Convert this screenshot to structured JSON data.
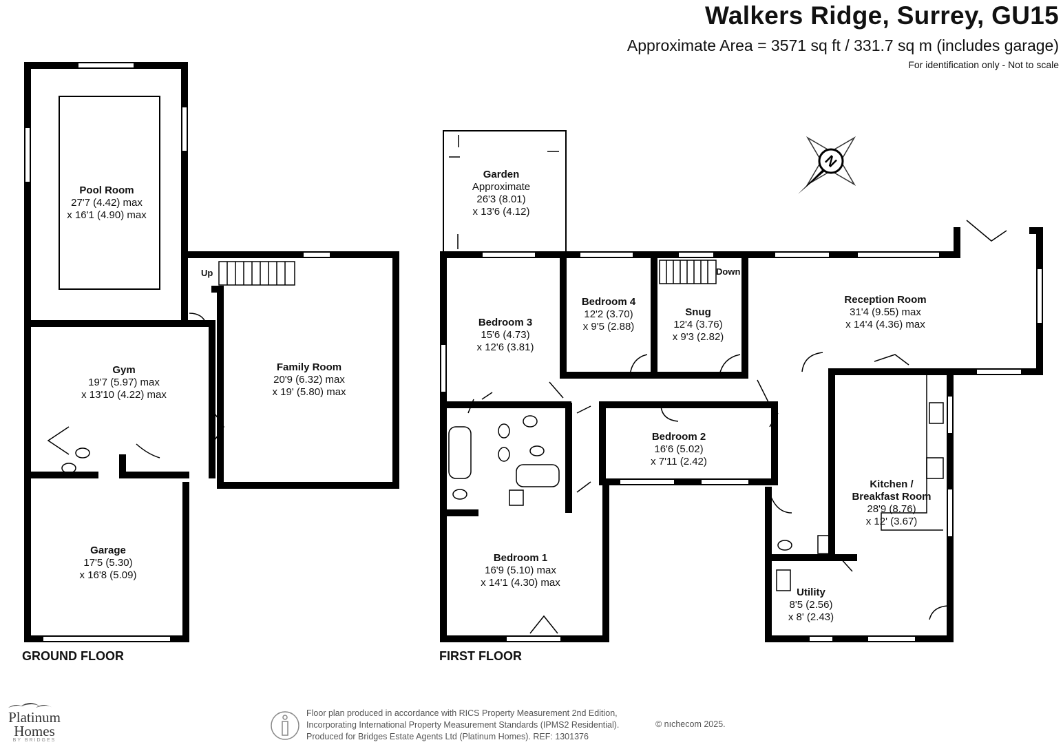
{
  "header": {
    "title": "Walkers Ridge, Surrey, GU15",
    "area": "Approximate Area = 3571 sq ft / 331.7 sq m (includes garage)",
    "note": "For identification only - Not to scale"
  },
  "floors": {
    "ground": "GROUND FLOOR",
    "first": "FIRST FLOOR"
  },
  "rooms": {
    "pool": {
      "name": "Pool Room",
      "d1": "27'7 (4.42) max",
      "d2": "x 16'1 (4.90) max"
    },
    "gym": {
      "name": "Gym",
      "d1": "19'7 (5.97) max",
      "d2": "x 13'10 (4.22) max"
    },
    "family": {
      "name": "Family Room",
      "d1": "20'9 (6.32) max",
      "d2": "x 19' (5.80) max"
    },
    "garage": {
      "name": "Garage",
      "d1": "17'5 (5.30)",
      "d2": "x 16'8 (5.09)"
    },
    "garden": {
      "name": "Garden",
      "d0": "Approximate",
      "d1": "26'3 (8.01)",
      "d2": "x 13'6 (4.12)"
    },
    "bed3": {
      "name": "Bedroom 3",
      "d1": "15'6 (4.73)",
      "d2": "x 12'6 (3.81)"
    },
    "bed4": {
      "name": "Bedroom 4",
      "d1": "12'2 (3.70)",
      "d2": "x 9'5 (2.88)"
    },
    "snug": {
      "name": "Snug",
      "d1": "12'4 (3.76)",
      "d2": "x 9'3 (2.82)"
    },
    "reception": {
      "name": "Reception Room",
      "d1": "31'4 (9.55) max",
      "d2": "x 14'4 (4.36) max"
    },
    "bed2": {
      "name": "Bedroom 2",
      "d1": "16'6 (5.02)",
      "d2": "x 7'11 (2.42)"
    },
    "bed1": {
      "name": "Bedroom 1",
      "d1": "16'9 (5.10) max",
      "d2": "x 14'1 (4.30) max"
    },
    "kitchen": {
      "name": "Kitchen /",
      "name2": "Breakfast Room",
      "d1": "28'9 (8.76)",
      "d2": "x 12' (3.67)"
    },
    "utility": {
      "name": "Utility",
      "d1": "8'5 (2.56)",
      "d2": "x 8' (2.43)"
    }
  },
  "stairs": {
    "up": "Up",
    "down": "Down"
  },
  "compass": "N",
  "footer": {
    "line1": "Floor plan produced in accordance with RICS Property Measurement 2nd Edition,",
    "line2": "Incorporating International Property Measurement Standards (IPMS2 Residential).",
    "line3": "Produced for Bridges Estate Agents Ltd (Platinum Homes).   REF: 1301376",
    "copyright": "© nıchecom 2025."
  },
  "logo": {
    "line1": "Platinum",
    "line2": "Homes",
    "tagline": "BY BRIDGES"
  }
}
